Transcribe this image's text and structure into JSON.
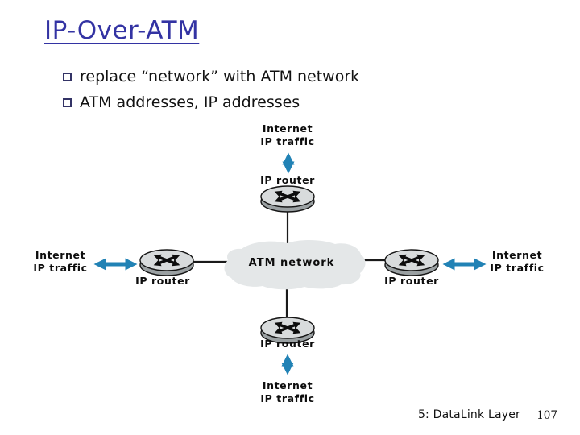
{
  "slide": {
    "title": "IP-Over-ATM",
    "bullets": [
      "replace “network” with ATM network",
      "ATM addresses, IP addresses"
    ],
    "footer": {
      "section": "5: DataLink Layer",
      "page": "107"
    }
  },
  "diagram": {
    "cloud_label": "ATM network",
    "nodes": {
      "top": {
        "traffic_line1": "Internet",
        "traffic_line2": "IP traffic",
        "router_label": "IP router"
      },
      "left": {
        "traffic_line1": "Internet",
        "traffic_line2": "IP traffic",
        "router_label": "IP router"
      },
      "right": {
        "traffic_line1": "Internet",
        "traffic_line2": "IP traffic",
        "router_label": "IP router"
      },
      "bottom": {
        "traffic_line1": "Internet",
        "traffic_line2": "IP traffic",
        "router_label": "IP router"
      }
    },
    "icons": {
      "router": "cisco-router-disk-icon",
      "traffic_arrow": "double-headed-arrow-icon",
      "bullet": "square-outline-icon"
    }
  },
  "colors": {
    "title": "#3333a3",
    "bullet_marker": "#333366",
    "arrow": "#2182b5",
    "cloud": "#e4e7e8",
    "text": "#0d0d0d"
  }
}
